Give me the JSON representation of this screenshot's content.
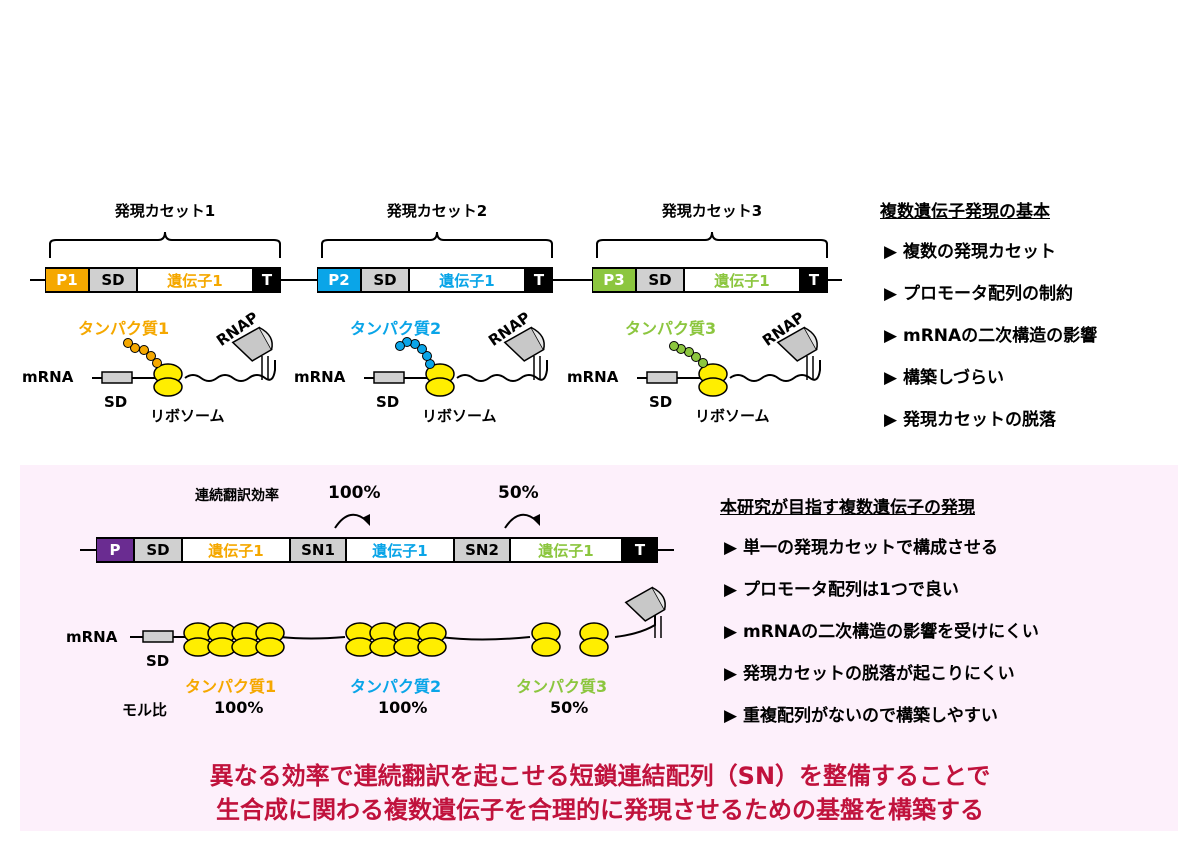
{
  "top": {
    "cassettes": [
      {
        "title": "発現カセット1",
        "promoter": "P1",
        "promoter_color": "#f5a800",
        "sd": "SD",
        "gene": "遺伝子1",
        "gene_color": "#f5a800",
        "terminator": "T",
        "protein": "タンパク質1",
        "protein_color": "#f5a800"
      },
      {
        "title": "発現カセット2",
        "promoter": "P2",
        "promoter_color": "#0aa5e8",
        "sd": "SD",
        "gene": "遺伝子1",
        "gene_color": "#0aa5e8",
        "terminator": "T",
        "protein": "タンパク質2",
        "protein_color": "#0aa5e8"
      },
      {
        "title": "発現カセット3",
        "promoter": "P3",
        "promoter_color": "#8cc63f",
        "sd": "SD",
        "gene": "遺伝子1",
        "gene_color": "#8cc63f",
        "terminator": "T",
        "protein": "タンパク質3",
        "protein_color": "#8cc63f"
      }
    ],
    "mrna": "mRNA",
    "sd": "SD",
    "ribosome": "リボソーム",
    "rnap": "RNAP",
    "heading": "複数遺伝子発現の基本",
    "bullets": [
      "▶ 複数の発現カセット",
      "▶ プロモータ配列の制約",
      "▶ mRNAの二次構造の影響",
      "▶ 構築しづらい",
      "▶ 発現カセットの脱落"
    ]
  },
  "bottom": {
    "efficiency_label": "連続翻訳効率",
    "eff1": "100%",
    "eff2": "50%",
    "construct": {
      "promoter": "P",
      "promoter_color": "#6a2c91",
      "sd": "SD",
      "gene1": "遺伝子1",
      "gene1_color": "#f5a800",
      "sn1": "SN1",
      "gene2": "遺伝子1",
      "gene2_color": "#0aa5e8",
      "sn2": "SN2",
      "gene3": "遺伝子1",
      "gene3_color": "#8cc63f",
      "terminator": "T"
    },
    "mrna": "mRNA",
    "sd": "SD",
    "proteins": [
      {
        "name": "タンパク質1",
        "color": "#f5a800",
        "ratio": "100%"
      },
      {
        "name": "タンパク質2",
        "color": "#0aa5e8",
        "ratio": "100%"
      },
      {
        "name": "タンパク質3",
        "color": "#8cc63f",
        "ratio": "50%"
      }
    ],
    "mol_ratio_label": "モル比",
    "heading": "本研究が目指す複数遺伝子の発現",
    "bullets": [
      "▶ 単一の発現カセットで構成させる",
      "▶ プロモータ配列は1つで良い",
      "▶ mRNAの二次構造の影響を受けにくい",
      "▶ 発現カセットの脱落が起こりにくい",
      "▶ 重複配列がないので構築しやすい"
    ],
    "ribosome_color": "#ffee00"
  },
  "conclusion": {
    "line1": "異なる効率で連続翻訳を起こせる短鎖連結配列（SN）を整備することで",
    "line2": "生合成に関わる複数遺伝子を合理的に発現させるための基盤を構築する"
  }
}
